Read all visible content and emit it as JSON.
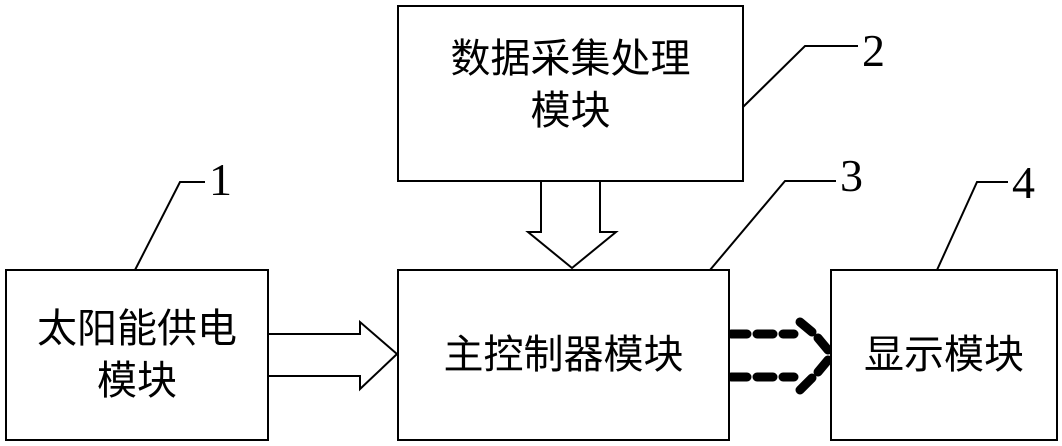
{
  "diagram": {
    "type": "block-diagram",
    "modules": [
      {
        "id": "1",
        "line1": "太阳能供电",
        "line2": "模块"
      },
      {
        "id": "2",
        "line1": "数据采集处理",
        "line2": "模块"
      },
      {
        "id": "3",
        "line1": "主控制器模块",
        "line2": ""
      },
      {
        "id": "4",
        "line1": "显示模块",
        "line2": ""
      }
    ],
    "connections": [
      {
        "from": "1",
        "to": "3",
        "style": "hollow-arrow"
      },
      {
        "from": "2",
        "to": "3",
        "style": "hollow-arrow"
      },
      {
        "from": "3",
        "to": "4",
        "style": "dashed-hollow-arrow"
      }
    ],
    "reference_numbers": [
      "1",
      "2",
      "3",
      "4"
    ]
  }
}
